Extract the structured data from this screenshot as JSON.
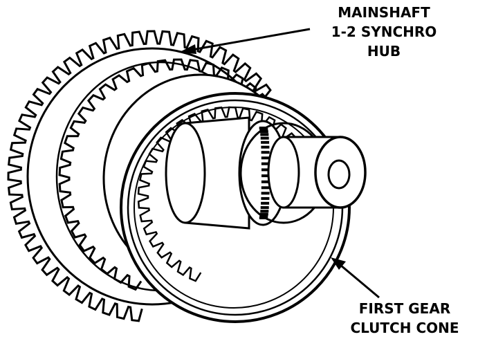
{
  "labels": {
    "synchro_hub": [
      "MAINSHAFT",
      "1-2 SYNCHRO",
      "HUB"
    ],
    "clutch_cone": [
      "FIRST GEAR",
      "CLUTCH CONE"
    ]
  },
  "colors": {
    "ink": "#000000",
    "paper": "#ffffff"
  }
}
